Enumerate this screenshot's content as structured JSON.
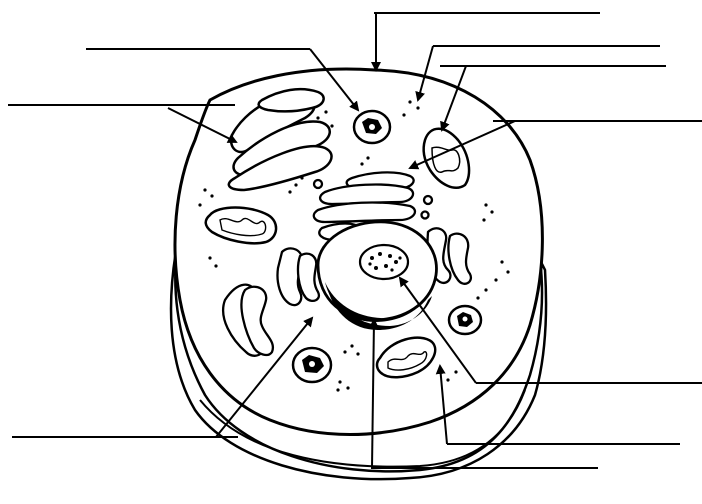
{
  "diagram": {
    "labels": [
      {
        "name": "label-top",
        "text": ""
      },
      {
        "name": "label-top-left",
        "text": ""
      },
      {
        "name": "label-left",
        "text": ""
      },
      {
        "name": "label-right-1",
        "text": ""
      },
      {
        "name": "label-right-2",
        "text": ""
      },
      {
        "name": "label-right-3",
        "text": ""
      },
      {
        "name": "label-bottom-left",
        "text": ""
      },
      {
        "name": "label-bottom-center",
        "text": ""
      },
      {
        "name": "label-bottom-right-1",
        "text": ""
      },
      {
        "name": "label-bottom-right-2",
        "text": ""
      }
    ]
  },
  "colors": {
    "ink": "#000000",
    "paper": "#ffffff"
  }
}
